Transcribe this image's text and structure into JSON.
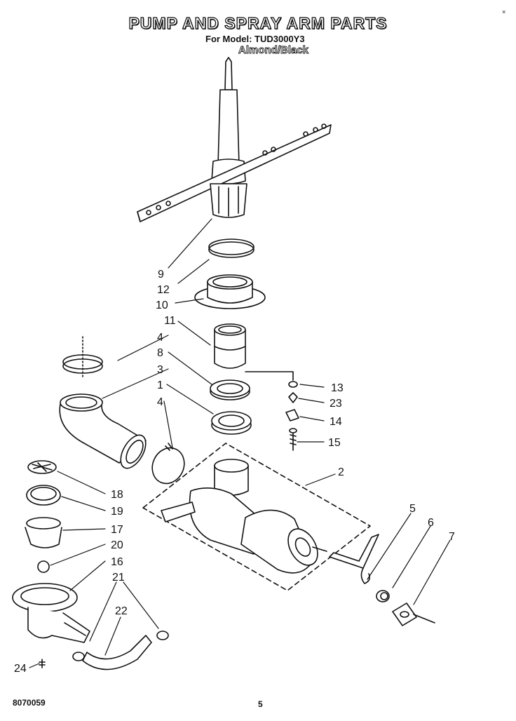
{
  "header": {
    "title": "PUMP AND SPRAY ARM PARTS",
    "model_line": "For Model: TUD3000Y3",
    "color_line": "Almond/Black",
    "corner_mark": "×"
  },
  "footer": {
    "ref_code": "8070059",
    "page_number": "5"
  },
  "callouts": [
    {
      "id": "9",
      "label": "9"
    },
    {
      "id": "12",
      "label": "12"
    },
    {
      "id": "10",
      "label": "10"
    },
    {
      "id": "11",
      "label": "11"
    },
    {
      "id": "4a",
      "label": "4"
    },
    {
      "id": "8",
      "label": "8"
    },
    {
      "id": "3",
      "label": "3"
    },
    {
      "id": "1",
      "label": "1"
    },
    {
      "id": "4b",
      "label": "4"
    },
    {
      "id": "13",
      "label": "13"
    },
    {
      "id": "23",
      "label": "23"
    },
    {
      "id": "14",
      "label": "14"
    },
    {
      "id": "15",
      "label": "15"
    },
    {
      "id": "2",
      "label": "2"
    },
    {
      "id": "18",
      "label": "18"
    },
    {
      "id": "19",
      "label": "19"
    },
    {
      "id": "17",
      "label": "17"
    },
    {
      "id": "20",
      "label": "20"
    },
    {
      "id": "16",
      "label": "16"
    },
    {
      "id": "21",
      "label": "21"
    },
    {
      "id": "22",
      "label": "22"
    },
    {
      "id": "24",
      "label": "24"
    },
    {
      "id": "5",
      "label": "5"
    },
    {
      "id": "6",
      "label": "6"
    },
    {
      "id": "7",
      "label": "7"
    }
  ]
}
